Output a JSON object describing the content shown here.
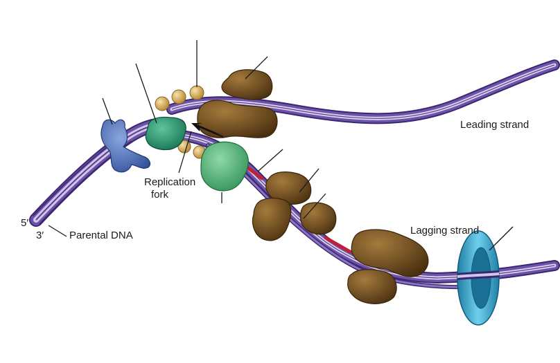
{
  "labels": {
    "leading_strand": "Leading strand",
    "lagging_strand": "Lagging strand",
    "replication_fork_line1": "Replication",
    "replication_fork_line2": "fork",
    "parental_dna": "Parental DNA",
    "five_prime": "5′",
    "three_prime": "3′"
  },
  "colors": {
    "background": "#ffffff",
    "dna_backbone": "#5b3f8f",
    "dna_light": "#c9c0e6",
    "new_strand_light": "#d8d8ee",
    "rna_primer": "#c0203a",
    "helicase": "#3f5fa8",
    "primase": "#1f8f6a",
    "polymerase_green": "#3aa76a",
    "ssb": "#d9a94f",
    "polymerase_brown": "#6b4a1c",
    "sliding_clamp": "#2aa3c9",
    "leader_lines": "#1a1a1a"
  },
  "icons": [
    "helicase-shape",
    "primase-shape",
    "single-strand-binding-proteins",
    "dna-polymerase-shape",
    "sliding-clamp-ring"
  ]
}
